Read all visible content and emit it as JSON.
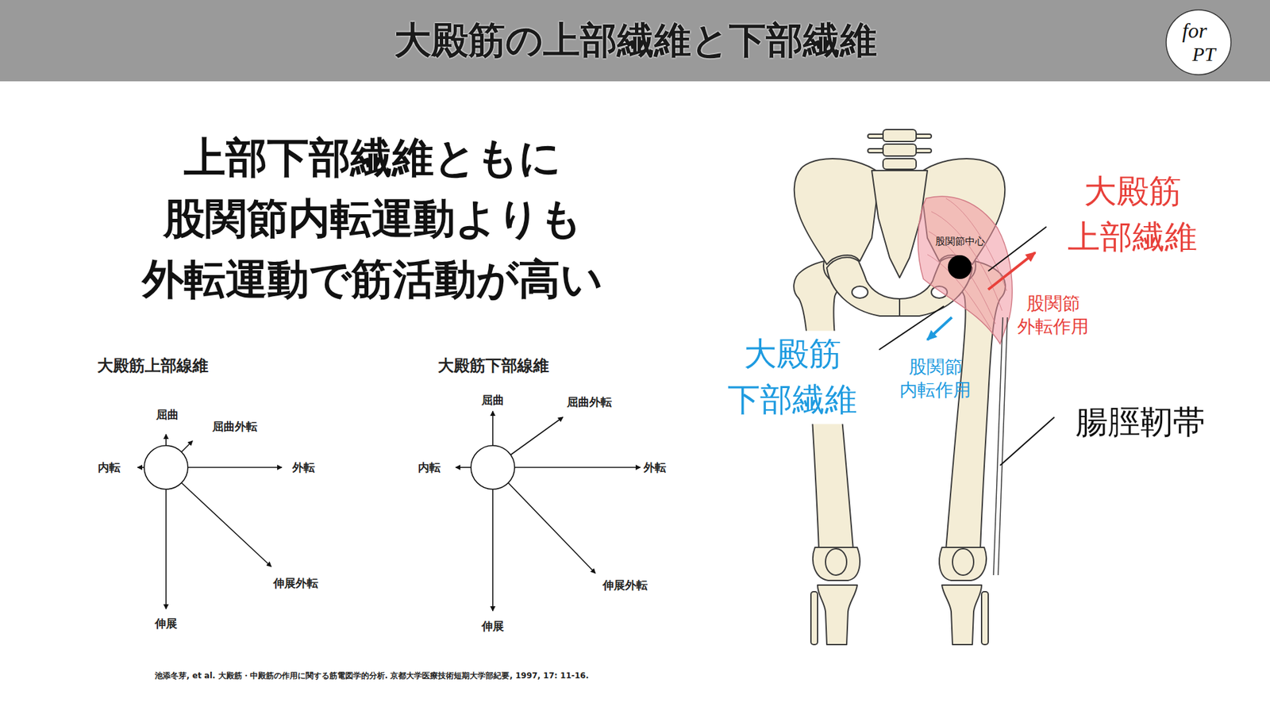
{
  "diagram": {
    "title": "大殿筋の上部繊維と下部繊維",
    "caption": "池添冬芽, et al. 大殿筋・中殿筋の作用に関する筋電図学的分析. 京都大学医療技術短期大学部紀要, 1997, 17: 11-16.",
    "labels": [
      "for",
      "PT",
      "上部下部繊維ともに 股関節内転運動よりも 外転運動で筋活動が高い",
      "大殿筋上部線維",
      "屈曲",
      "屈曲外転",
      "内転",
      "外転",
      "伸展外転",
      "伸展",
      "大殿筋下部線維",
      "屈曲",
      "屈曲外転",
      "内転",
      "外転",
      "伸展外転",
      "伸展",
      "大殿筋 上部繊維",
      "股関節中心",
      "股関節 外転作用",
      "大殿筋 下部繊維",
      "股関節 内転作用",
      "腸脛靭帯"
    ]
  }
}
